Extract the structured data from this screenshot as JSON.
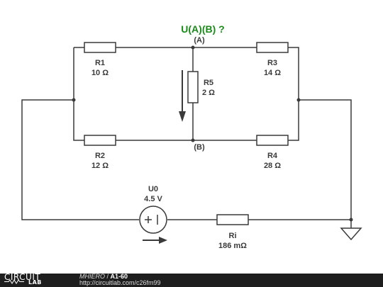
{
  "question": "U(A)(B) ?",
  "nodes": {
    "A": "(A)",
    "B": "(B)"
  },
  "components": {
    "R1": {
      "name": "R1",
      "value": "10 Ω"
    },
    "R2": {
      "name": "R2",
      "value": "12 Ω"
    },
    "R3": {
      "name": "R3",
      "value": "14 Ω"
    },
    "R4": {
      "name": "R4",
      "value": "28 Ω"
    },
    "R5": {
      "name": "R5",
      "value": "2 Ω"
    },
    "U0": {
      "name": "U0",
      "value": "4.5 V"
    },
    "Ri": {
      "name": "Ri",
      "value": "186 mΩ"
    }
  },
  "footer": {
    "logo_top": "CIRCUIT",
    "logo_bottom": "LAB",
    "user": "MHIERO",
    "separator": " / ",
    "project": "A1-60",
    "url": "http://circuitlab.com/c26fm99"
  },
  "colors": {
    "wire": "#3a3a3a",
    "question": "#1a8a1a",
    "footer_bg": "#1e1e1e"
  }
}
